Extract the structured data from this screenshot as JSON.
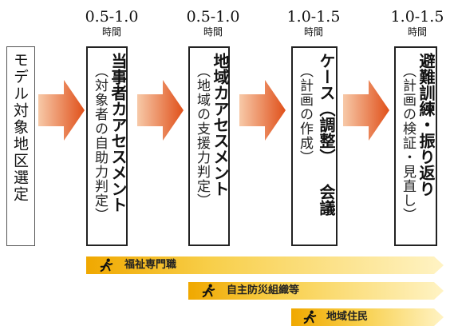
{
  "durations": [
    {
      "value": "0.5-1.0",
      "unit": "時間"
    },
    {
      "value": "0.5-1.0",
      "unit": "時間"
    },
    {
      "value": "1.0-1.5",
      "unit": "時間"
    },
    {
      "value": "1.0-1.5",
      "unit": "時間"
    }
  ],
  "steps": [
    {
      "title": "モデル対象地区選定"
    },
    {
      "title": "当事者カアセスメント",
      "sub": "（対象者の自助力判定）"
    },
    {
      "title": "地域カアセスメント",
      "sub": "（地域の支援力判定）"
    },
    {
      "title_a": "ケース（調整）",
      "sub": "（計画の作成）",
      "title_b": "会議"
    },
    {
      "title": "避難訓練・振り返り",
      "sub": "（計画の検証・見直し）"
    }
  ],
  "participants": [
    {
      "label": "福祉専門職",
      "icon": "runner-icon"
    },
    {
      "label": "自主防災組織等",
      "icon": "runner-icon"
    },
    {
      "label": "地域住民",
      "icon": "runner-icon"
    }
  ],
  "colors": {
    "arrow_dark": "#e0501a",
    "arrow_light": "#f7c9a8",
    "bar_dark": "#f0a800",
    "bar_light": "#fff3c4",
    "border": "#222222"
  }
}
